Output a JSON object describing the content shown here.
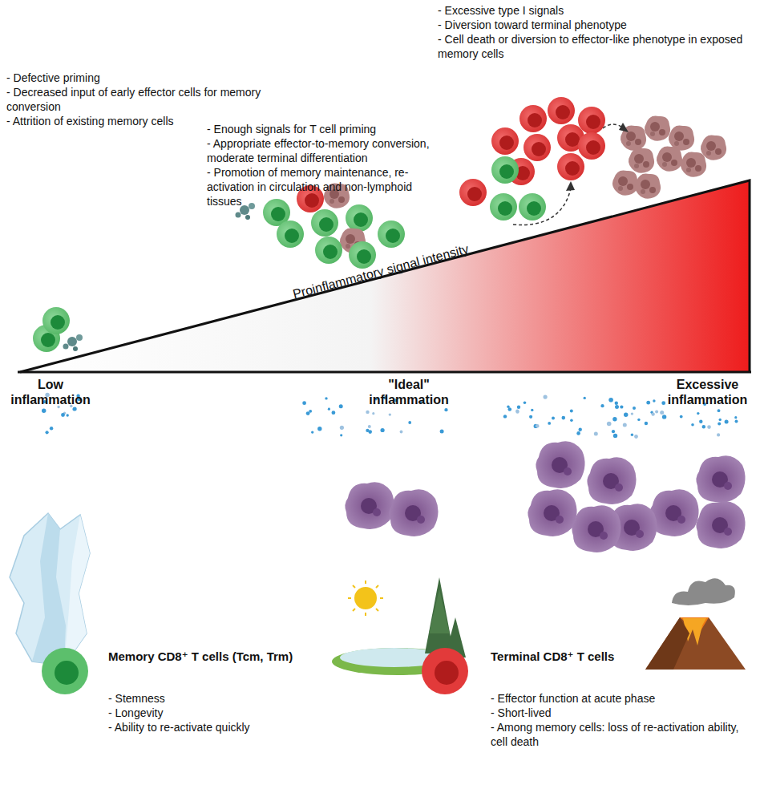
{
  "diagram": {
    "labels": [
      "- Defective priming",
      "- Decreased input of early effector cells for memory conversion",
      "- Attrition of existing memory cells",
      "- Enough signals for T cell priming",
      "- Appropriate effector-to-memory conversion, moderate terminal differentiation",
      "- Promotion of memory maintenance, re-activation in circulation and non-lymphoid tissues",
      "- Excessive type I signals",
      "- Diversion toward terminal phenotype",
      "- Cell death or diversion to effector-like phenotype in exposed memory cells",
      "Proinflammatory signal intensity",
      "Low inflammation",
      "\"Ideal\" inflammation",
      "Excessive inflammation",
      "- Stemness",
      "- Longevity",
      "- Ability to re-activate quickly",
      "- Effector function at acute phase",
      "- Short-lived",
      "- Among memory cells: loss of re-activation ability, cell death"
    ],
    "legend": [
      {
        "text": "Memory CD8⁺ T cells (Tcm, Trm)",
        "color": "#5cbf6c"
      },
      {
        "text": "Terminal CD8⁺ T cells",
        "color": "#e23a3a"
      }
    ]
  }
}
